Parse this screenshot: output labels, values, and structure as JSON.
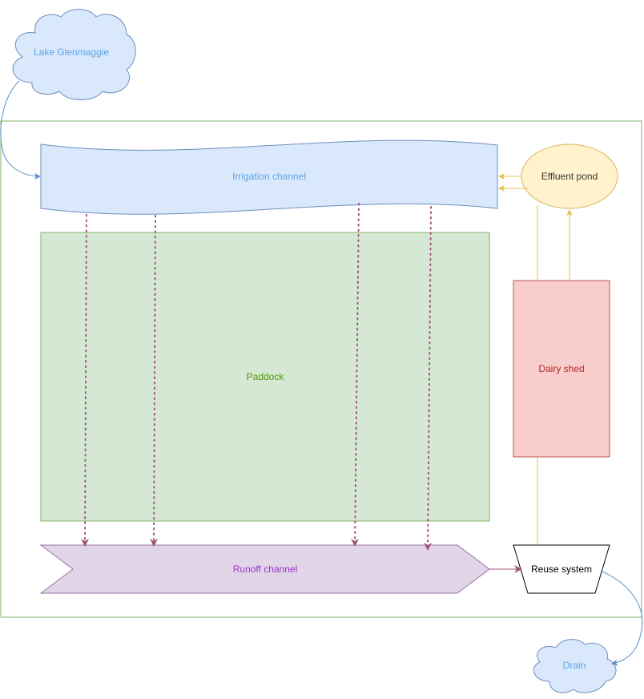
{
  "diagram": {
    "nodes": {
      "lake": {
        "label": "Lake Glenmaggie",
        "color": "#5ba6e8"
      },
      "irrigation": {
        "label": "Irrigation channel",
        "color": "#5ba6e8"
      },
      "effluent": {
        "label": "Effluent pond",
        "color": "#333333"
      },
      "paddock": {
        "label": "Paddock",
        "color": "#4d9900"
      },
      "dairy": {
        "label": "Dairy shed",
        "color": "#b02a2a"
      },
      "runoff": {
        "label": "Runoff channel",
        "color": "#9933cc"
      },
      "reuse": {
        "label": "Reuse system",
        "color": "#000000"
      },
      "drain": {
        "label": "Drain",
        "color": "#5ba6e8"
      }
    }
  }
}
